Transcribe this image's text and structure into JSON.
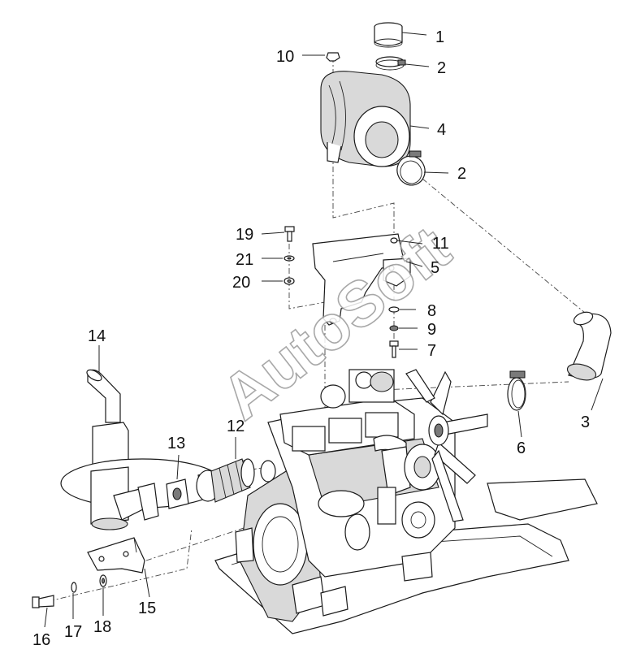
{
  "watermark": "AutoSoft",
  "callouts": [
    "1",
    "2",
    "10",
    "4",
    "2",
    "19",
    "11",
    "21",
    "5",
    "20",
    "8",
    "9",
    "7",
    "14",
    "3",
    "13",
    "12",
    "6",
    "15",
    "16",
    "17",
    "18"
  ],
  "icons": [
    "air-filter-cap",
    "hose-clamp",
    "air-filter-housing",
    "mounting-bracket",
    "bolt",
    "washer",
    "nut",
    "intake-elbow-hose",
    "muffler",
    "gasket",
    "flex-exhaust-pipe",
    "engine-block",
    "cooling-fan",
    "exhaust-bracket"
  ]
}
